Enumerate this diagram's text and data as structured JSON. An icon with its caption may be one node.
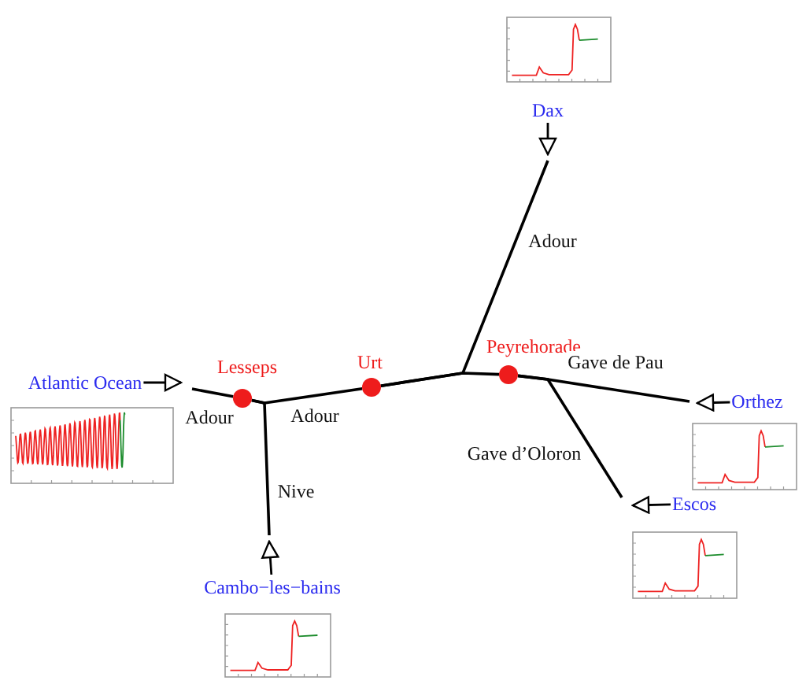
{
  "diagram": {
    "nodes": [
      {
        "text": [
          "Dax"
        ]
      },
      {
        "text": [
          "Atlantic Ocean"
        ]
      },
      {
        "text": [],
        "shape": "circle",
        "beside": [
          "Lesseps"
        ]
      },
      {
        "text": [],
        "shape": "circle",
        "beside": [
          "Urt"
        ]
      },
      {
        "text": [],
        "shape": "circle",
        "beside": [
          "Peyrehorade"
        ]
      },
      {
        "text": [
          "Orthez"
        ]
      },
      {
        "text": [
          "Escos"
        ]
      },
      {
        "text": [
          "Cambo−les−bains"
        ]
      }
    ],
    "edges": [
      {
        "from": 0,
        "to": null,
        "arrow": "to"
      },
      {
        "from": 1,
        "to": null,
        "arrow": "to"
      },
      {
        "from": 5,
        "to": null,
        "arrow": "to"
      },
      {
        "from": 6,
        "to": null,
        "arrow": "to"
      },
      {
        "from": 7,
        "to": null,
        "arrow": "to"
      },
      {
        "from": 2,
        "to": null,
        "arrow": "none",
        "label": "Adour"
      },
      {
        "from": 3,
        "to": 2,
        "arrow": "none",
        "label": "Adour"
      },
      {
        "from": null,
        "to": 2,
        "arrow": "none",
        "label": "Nive"
      },
      {
        "from": 4,
        "to": 3,
        "arrow": "none"
      },
      {
        "from": null,
        "to": 3,
        "arrow": "none",
        "label": "Adour"
      },
      {
        "from": null,
        "to": 4,
        "arrow": "none",
        "label": "Gave de Pau"
      },
      {
        "from": null,
        "to": 4,
        "arrow": "none",
        "label": "Gave d’Oloron"
      }
    ]
  }
}
